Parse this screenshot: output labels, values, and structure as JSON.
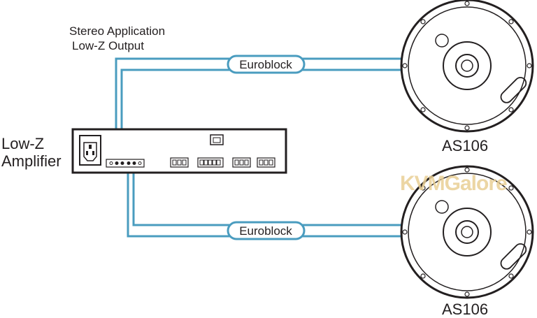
{
  "labels": {
    "stereo_line1": "Stereo Application",
    "stereo_line2": "Low-Z Output",
    "amp_line1": "Low-Z",
    "amp_line2": "Amplifier",
    "euroblock_top": "Euroblock",
    "euroblock_bottom": "Euroblock",
    "speaker_top": "AS106",
    "speaker_bottom": "AS106"
  },
  "watermark": "KVMGalore",
  "colors": {
    "cable": "#4a9cbf",
    "outline": "#231f20",
    "watermark": "#e9cf95"
  }
}
